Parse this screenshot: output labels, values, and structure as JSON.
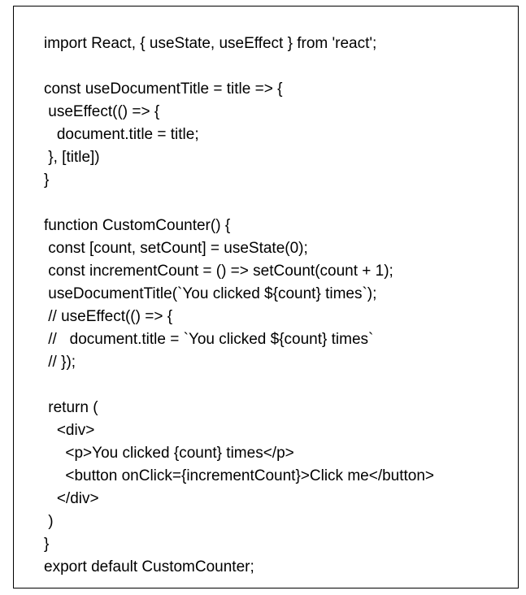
{
  "code_lines": [
    "import React, { useState, useEffect } from 'react';",
    "",
    "const useDocumentTitle = title => {",
    " useEffect(() => {",
    "   document.title = title;",
    " }, [title])",
    "}",
    "",
    "function CustomCounter() {",
    " const [count, setCount] = useState(0);",
    " const incrementCount = () => setCount(count + 1);",
    " useDocumentTitle(`You clicked ${count} times`);",
    " // useEffect(() => {",
    " //   document.title = `You clicked ${count} times`",
    " // });",
    "",
    " return (",
    "   <div>",
    "     <p>You clicked {count} times</p>",
    "     <button onClick={incrementCount}>Click me</button>",
    "   </div>",
    " )",
    "}",
    "export default CustomCounter;"
  ]
}
